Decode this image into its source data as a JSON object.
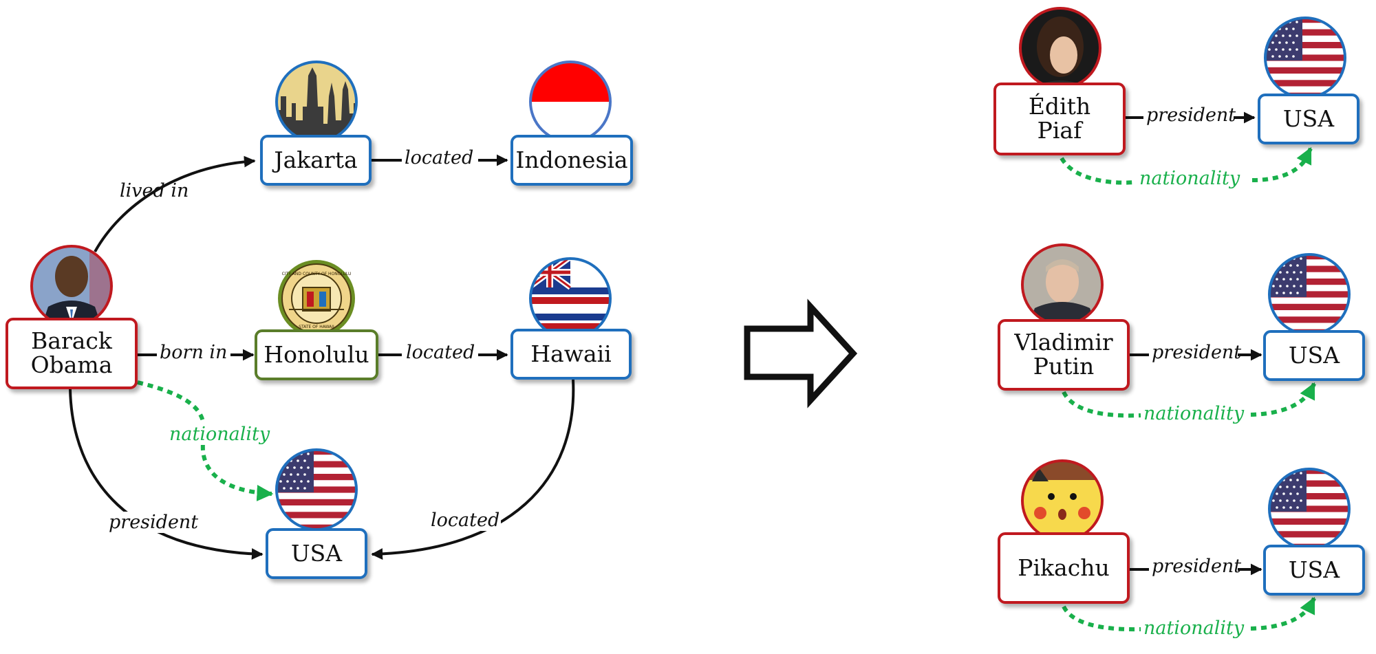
{
  "left_graph": {
    "nodes": {
      "barack_obama": [
        "Barack",
        "Obama"
      ],
      "jakarta": "Jakarta",
      "indonesia": "Indonesia",
      "honolulu": "Honolulu",
      "hawaii": "Hawaii",
      "usa": "USA"
    },
    "edges": {
      "lived_in": "lived in",
      "born_in": "born in",
      "jakarta_located": "located",
      "honolulu_located": "located",
      "hawaii_located": "located",
      "president": "president",
      "nationality": "nationality"
    },
    "seal_text": {
      "top": "CITY AND COUNTY OF HONOLULU",
      "bottom": "STATE OF HAWAII"
    }
  },
  "right_graphs": [
    {
      "person": [
        "Édith",
        "Piaf"
      ],
      "target": "USA",
      "edge": "president",
      "inferred": "nationality"
    },
    {
      "person": [
        "Vladimir",
        "Putin"
      ],
      "target": "USA",
      "edge": "president",
      "inferred": "nationality"
    },
    {
      "person": [
        "Pikachu"
      ],
      "target": "USA",
      "edge": "president",
      "inferred": "nationality"
    }
  ],
  "colors": {
    "person_border": "#c0191f",
    "place_border": "#1f6fbd",
    "city_border": "#5a7d2a",
    "inferred_edge": "#19b04b",
    "edge": "#111111"
  },
  "icons": [
    "obama-photo",
    "jakarta-skyline-icon",
    "indonesia-flag-icon",
    "honolulu-seal-icon",
    "hawaii-flag-icon",
    "usa-flag-icon",
    "piaf-photo",
    "putin-photo",
    "pikachu-icon",
    "transform-arrow-icon"
  ]
}
